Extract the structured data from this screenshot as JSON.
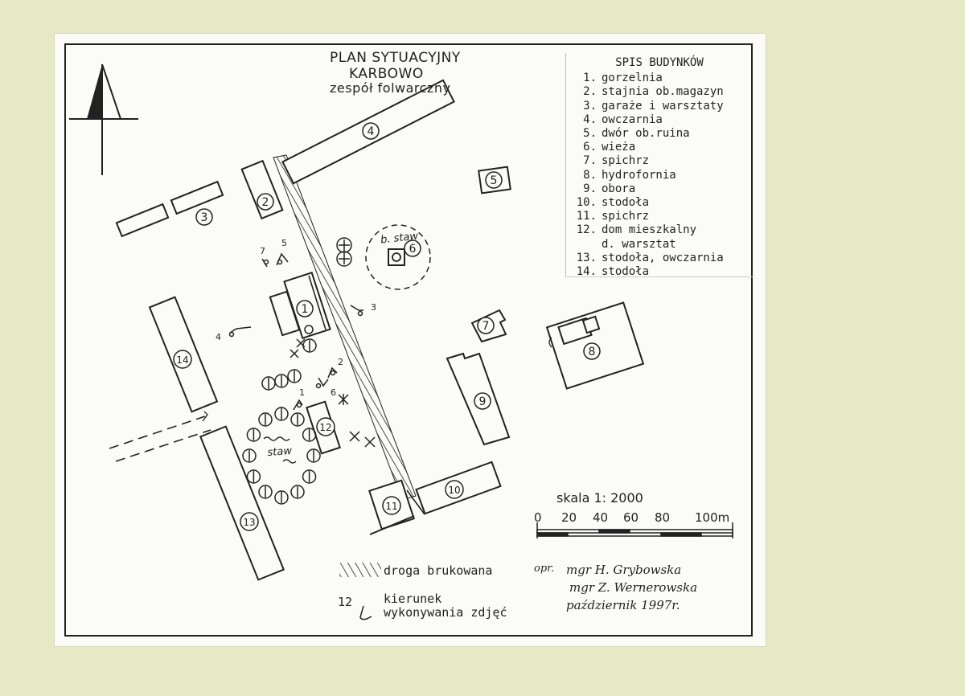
{
  "title": {
    "line1": "PLAN SYTUACYJNY",
    "line2": "KARBOWO",
    "line3": "zespół folwarczny"
  },
  "legend": {
    "heading": "SPIS BUDYNKÓW",
    "items": [
      {
        "num": "1.",
        "text": "gorzelnia"
      },
      {
        "num": "2.",
        "text": "stajnia ob.magazyn"
      },
      {
        "num": "3.",
        "text": "garaże i warsztaty"
      },
      {
        "num": "4.",
        "text": "owczarnia"
      },
      {
        "num": "5.",
        "text": "dwór ob.ruina"
      },
      {
        "num": "6.",
        "text": "wieża"
      },
      {
        "num": "7.",
        "text": "spichrz"
      },
      {
        "num": "8.",
        "text": "hydrofornia"
      },
      {
        "num": "9.",
        "text": "obora"
      },
      {
        "num": "10.",
        "text": "stodoła"
      },
      {
        "num": "11.",
        "text": "spichrz"
      },
      {
        "num": "12.",
        "text": "dom mieszkalny"
      },
      {
        "num": "",
        "text": "d. warsztat"
      },
      {
        "num": "13.",
        "text": "stodoła, owczarnia"
      },
      {
        "num": "14.",
        "text": "stodoła"
      }
    ]
  },
  "building_labels": [
    "1",
    "2",
    "3",
    "4",
    "5",
    "6",
    "7",
    "8",
    "9",
    "10",
    "11",
    "12",
    "13",
    "14"
  ],
  "map_labels": {
    "pond": "staw",
    "tower_pond": "b. staw"
  },
  "photo_points": [
    "1",
    "2",
    "3",
    "4",
    "5",
    "6",
    "7"
  ],
  "key": {
    "road_label": "droga brukowana",
    "photo_number": "12",
    "photo_label_line1": "kierunek",
    "photo_label_line2": "wykonywania zdjęć"
  },
  "scale": {
    "title": "skala 1: 2000",
    "ticks": [
      "0",
      "20",
      "40",
      "60",
      "80",
      "100m"
    ]
  },
  "authors": {
    "prefix": "opr.",
    "line1": "mgr H. Grybowska",
    "line2": "mgr Z. Wernerowska",
    "line3": "październik 1997r."
  },
  "colors": {
    "ink": "#222222",
    "paper": "#fbfbf7",
    "background": "#e7e8c4"
  }
}
